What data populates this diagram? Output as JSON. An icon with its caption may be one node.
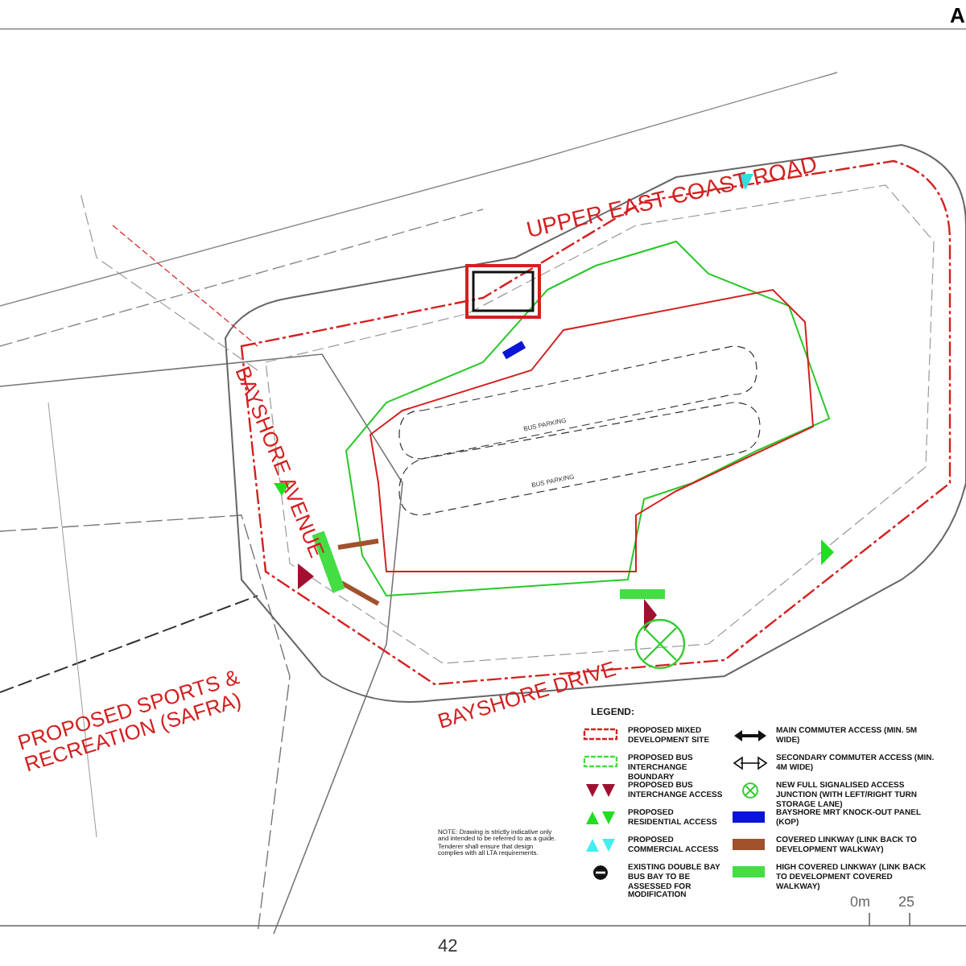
{
  "diagram": {
    "labels": [
      "A",
      "UPPER EAST COAST ROAD",
      "BAYSHORE AVENUE",
      "BUS PARKING",
      "BUS PARKING",
      "BAYSHORE DRIVE",
      "PROPOSED SPORTS & RECREATION (SAFRA)",
      "LEGEND:",
      "NOTE: Drawing is strictly indicative only and intended to be referred to as a guide. Tenderer shall ensure that design complies with all LTA requirements.",
      "0m",
      "25",
      "42"
    ],
    "legend": [
      {
        "text": "PROPOSED MIXED DEVELOPMENT SITE"
      },
      {
        "text": "PROPOSED BUS INTERCHANGE BOUNDARY"
      },
      {
        "text": "PROPOSED BUS INTERCHANGE ACCESS"
      },
      {
        "text": "PROPOSED RESIDENTIAL ACCESS"
      },
      {
        "text": "PROPOSED COMMERCIAL ACCESS"
      },
      {
        "text": "EXISTING DOUBLE BAY BUS BAY TO BE ASSESSED FOR MODIFICATION"
      },
      {
        "text": "MAIN COMMUTER ACCESS (MIN. 5M WIDE)"
      },
      {
        "text": "SECONDARY COMMUTER ACCESS (MIN. 4M WIDE)"
      },
      {
        "text": "NEW FULL SIGNALISED ACCESS JUNCTION (WITH LEFT/RIGHT TURN STORAGE LANE)"
      },
      {
        "text": "BAYSHORE MRT KNOCK-OUT PANEL (KOP)",
        "color": "#0a14d8"
      },
      {
        "text": "COVERED LINKWAY (LINK BACK TO DEVELOPMENT WALKWAY)",
        "color": "#a0522d"
      },
      {
        "text": "HIGH COVERED LINKWAY (LINK BACK TO DEVELOPMENT COVERED WALKWAY)",
        "color": "#44dd44"
      }
    ]
  }
}
